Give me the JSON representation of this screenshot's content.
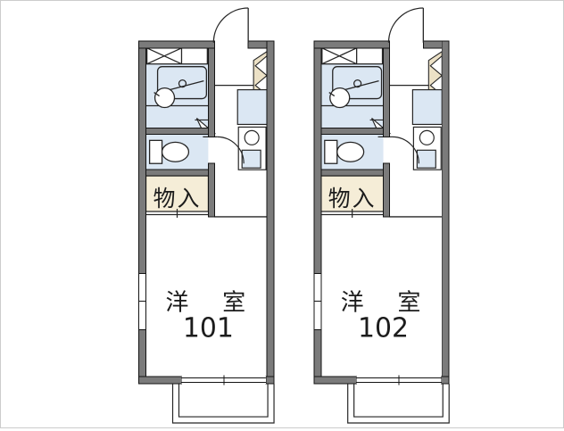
{
  "floor_plan": {
    "units": [
      {
        "room_label": "洋　室",
        "room_number": "101",
        "closet_label": "物入"
      },
      {
        "room_label": "洋　室",
        "room_number": "102",
        "closet_label": "物入"
      }
    ],
    "colors": {
      "wall_fill": "#7b7b7b",
      "wall_outline": "#141414",
      "wet_area_floor": "#dbe7f3",
      "closet_fill": "#f5edd7",
      "shoe_cabinet_fill": "#ece1c6",
      "fixture_line": "#262626",
      "background": "#ffffff"
    }
  }
}
